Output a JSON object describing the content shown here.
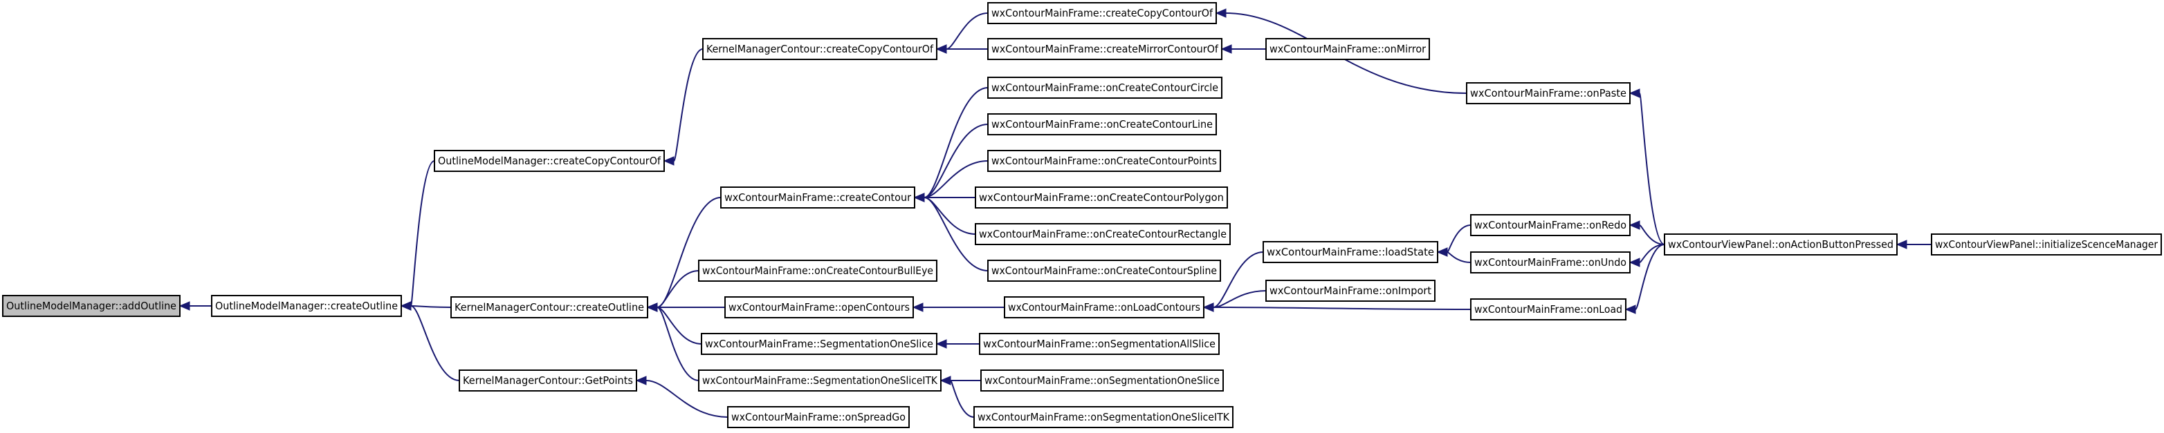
{
  "nodes": [
    {
      "id": "n0",
      "label": "OutlineModelManager::addOutline",
      "root": true
    },
    {
      "id": "n1",
      "label": "OutlineModelManager::createOutline"
    },
    {
      "id": "n2",
      "label": "OutlineModelManager::createCopyContourOf"
    },
    {
      "id": "n3",
      "label": "KernelManagerContour::createCopyContourOf"
    },
    {
      "id": "n4",
      "label": "wxContourMainFrame::createCopyContourOf"
    },
    {
      "id": "n5",
      "label": "wxContourMainFrame::createMirrorContourOf"
    },
    {
      "id": "n6",
      "label": "wxContourMainFrame::onMirror"
    },
    {
      "id": "n7",
      "label": "wxContourMainFrame::onPaste"
    },
    {
      "id": "n8",
      "label": "wxContourViewPanel::onActionButtonPressed"
    },
    {
      "id": "n9",
      "label": "wxContourViewPanel::initializeScenceManager"
    },
    {
      "id": "n10",
      "label": "KernelManagerContour::createOutline"
    },
    {
      "id": "n11",
      "label": "wxContourMainFrame::createContour"
    },
    {
      "id": "n12",
      "label": "wxContourMainFrame::onCreateContourCircle"
    },
    {
      "id": "n13",
      "label": "wxContourMainFrame::onCreateContourLine"
    },
    {
      "id": "n14",
      "label": "wxContourMainFrame::onCreateContourPoints"
    },
    {
      "id": "n15",
      "label": "wxContourMainFrame::onCreateContourPolygon"
    },
    {
      "id": "n16",
      "label": "wxContourMainFrame::onCreateContourRectangle"
    },
    {
      "id": "n17",
      "label": "wxContourMainFrame::onCreateContourSpline"
    },
    {
      "id": "n18",
      "label": "wxContourMainFrame::onCreateContourBullEye"
    },
    {
      "id": "n19",
      "label": "wxContourMainFrame::openContours"
    },
    {
      "id": "n20",
      "label": "wxContourMainFrame::onLoadContours"
    },
    {
      "id": "n21",
      "label": "wxContourMainFrame::loadState"
    },
    {
      "id": "n22",
      "label": "wxContourMainFrame::onRedo"
    },
    {
      "id": "n23",
      "label": "wxContourMainFrame::onUndo"
    },
    {
      "id": "n24",
      "label": "wxContourMainFrame::onImport"
    },
    {
      "id": "n25",
      "label": "wxContourMainFrame::onLoad"
    },
    {
      "id": "n26",
      "label": "wxContourMainFrame::SegmentationOneSlice"
    },
    {
      "id": "n27",
      "label": "wxContourMainFrame::onSegmentationAllSlice"
    },
    {
      "id": "n28",
      "label": "wxContourMainFrame::SegmentationOneSliceITK"
    },
    {
      "id": "n29",
      "label": "wxContourMainFrame::onSegmentationOneSlice"
    },
    {
      "id": "n30",
      "label": "wxContourMainFrame::onSegmentationOneSliceITK"
    },
    {
      "id": "n31",
      "label": "KernelManagerContour::GetPoints"
    },
    {
      "id": "n32",
      "label": "wxContourMainFrame::onSpreadGo"
    }
  ],
  "edges": [
    {
      "from": "n1",
      "to": "n0"
    },
    {
      "from": "n2",
      "to": "n1"
    },
    {
      "from": "n10",
      "to": "n1"
    },
    {
      "from": "n31",
      "to": "n1"
    },
    {
      "from": "n3",
      "to": "n2"
    },
    {
      "from": "n4",
      "to": "n3"
    },
    {
      "from": "n5",
      "to": "n3"
    },
    {
      "from": "n6",
      "to": "n5"
    },
    {
      "from": "n7",
      "to": "n4"
    },
    {
      "from": "n8",
      "to": "n7"
    },
    {
      "from": "n9",
      "to": "n8"
    },
    {
      "from": "n11",
      "to": "n10"
    },
    {
      "from": "n18",
      "to": "n10"
    },
    {
      "from": "n19",
      "to": "n10"
    },
    {
      "from": "n26",
      "to": "n10"
    },
    {
      "from": "n28",
      "to": "n10"
    },
    {
      "from": "n12",
      "to": "n11"
    },
    {
      "from": "n13",
      "to": "n11"
    },
    {
      "from": "n14",
      "to": "n11"
    },
    {
      "from": "n15",
      "to": "n11"
    },
    {
      "from": "n16",
      "to": "n11"
    },
    {
      "from": "n17",
      "to": "n11"
    },
    {
      "from": "n20",
      "to": "n19"
    },
    {
      "from": "n21",
      "to": "n20"
    },
    {
      "from": "n24",
      "to": "n20"
    },
    {
      "from": "n25",
      "to": "n20"
    },
    {
      "from": "n22",
      "to": "n21"
    },
    {
      "from": "n23",
      "to": "n21"
    },
    {
      "from": "n8",
      "to": "n22"
    },
    {
      "from": "n8",
      "to": "n23"
    },
    {
      "from": "n8",
      "to": "n25"
    },
    {
      "from": "n27",
      "to": "n26"
    },
    {
      "from": "n29",
      "to": "n28"
    },
    {
      "from": "n30",
      "to": "n28"
    },
    {
      "from": "n32",
      "to": "n31"
    }
  ]
}
